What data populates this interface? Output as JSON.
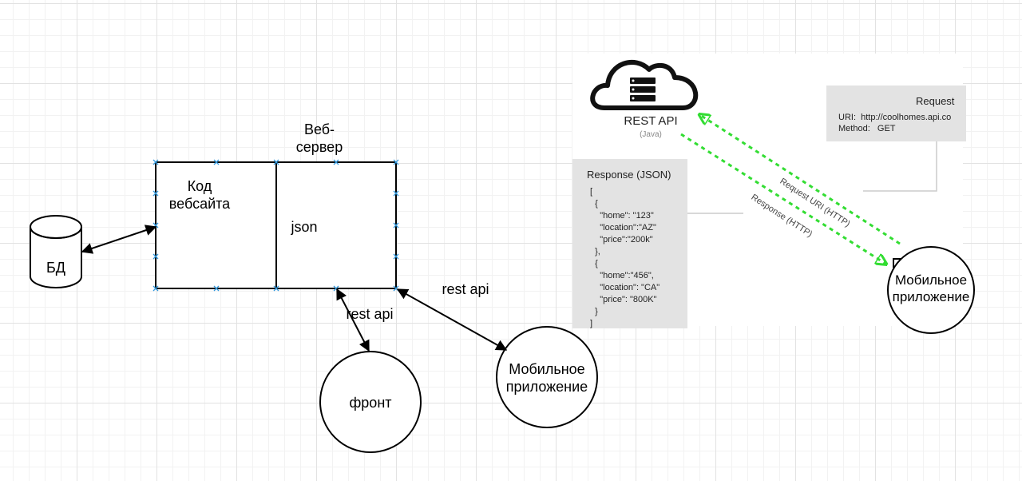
{
  "diagram": {
    "db_label": "БД",
    "code_label": "Код\nвебсайта",
    "json_label": "json",
    "webserver_label": "Веб-\nсервер",
    "rest_api_left": "rest api",
    "rest_api_right": "rest api",
    "front_label": "фронт",
    "mobile_label": "Мобильное\nприложение"
  },
  "embedded_image": {
    "rest_api_title": "REST API",
    "rest_api_sub": "(Java)",
    "request_title": "Request",
    "request_uri": "URI:  http://coolhomes.api.co",
    "request_method": "Method:   GET",
    "request_arrow_label": "Request URI (HTTP)",
    "response_arrow_label": "Response (HTTP)",
    "response_title": "Response (JSON)",
    "response_body": "[\n  {\n    \"home\": \"123\"\n    \"location\":\"AZ\"\n    \"price\":\"200k\"\n  },\n  {\n    \"home\":\"456\",\n    \"location\": \"CA\"\n    \"price\": \"800K\"\n  }\n]",
    "mobile_overlay_label": "Мобильное\nприложение",
    "arrow_color": "#33dd33"
  }
}
